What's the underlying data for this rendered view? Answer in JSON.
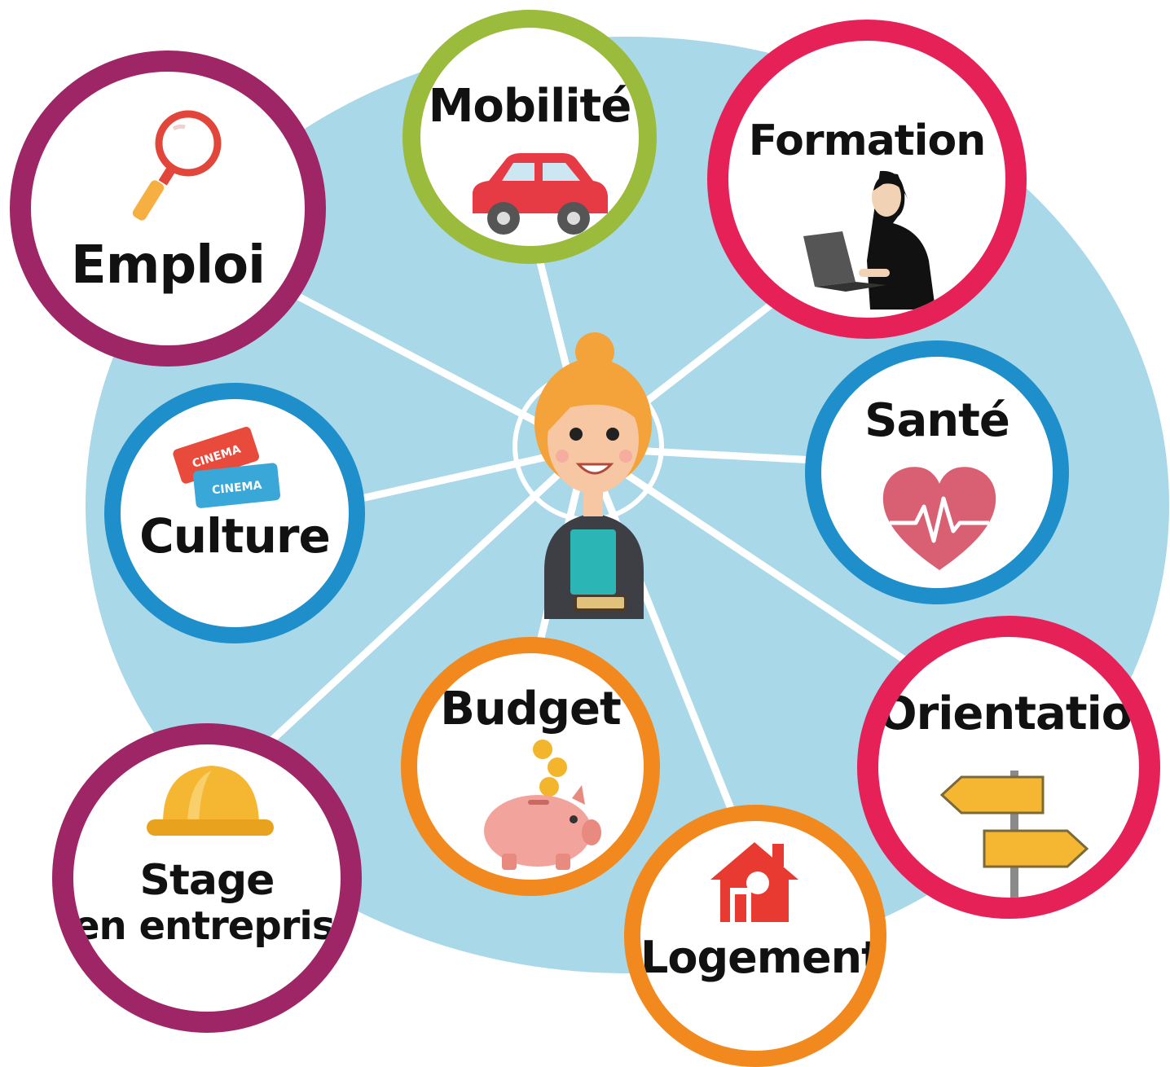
{
  "diagram": {
    "center": {
      "figure": "woman-student-icon"
    },
    "colors": {
      "background_disc": "#a9d8e9",
      "spokes": "#ffffff",
      "purple": "#9e2566",
      "green": "#9bbb3c",
      "pink": "#e52158",
      "blue": "#1e8fca",
      "orange": "#f2891e"
    },
    "nodes": [
      {
        "id": "emploi",
        "label": "Emploi",
        "icon": "magnifier-icon",
        "ring_color": "#9e2566"
      },
      {
        "id": "mobilite",
        "label": "Mobilité",
        "icon": "car-icon",
        "ring_color": "#9bbb3c"
      },
      {
        "id": "formation",
        "label": "Formation",
        "icon": "laptop-woman-icon",
        "ring_color": "#e52158"
      },
      {
        "id": "culture",
        "label": "Culture",
        "icon": "cinema-tickets-icon",
        "icon_text": "CINEMA",
        "ring_color": "#1e8fca"
      },
      {
        "id": "sante",
        "label": "Santé",
        "icon": "heart-pulse-icon",
        "ring_color": "#1e8fca"
      },
      {
        "id": "budget",
        "label": "Budget",
        "icon": "piggy-bank-icon",
        "ring_color": "#f2891e"
      },
      {
        "id": "stage",
        "label_lines": [
          "Stage",
          "en entreprise"
        ],
        "icon": "hard-hat-icon",
        "ring_color": "#9e2566"
      },
      {
        "id": "orientation",
        "label": "Orientation",
        "icon": "signpost-icon",
        "ring_color": "#e52158"
      },
      {
        "id": "logement",
        "label": "Logement",
        "icon": "house-icon",
        "ring_color": "#f2891e"
      }
    ]
  }
}
